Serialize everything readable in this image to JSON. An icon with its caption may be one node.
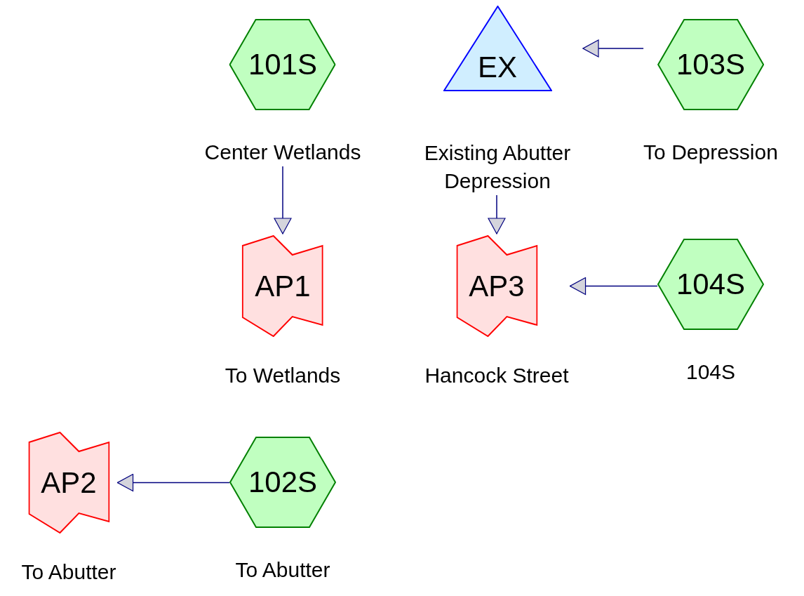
{
  "diagram": {
    "nodes": [
      {
        "text": [
          "101S"
        ],
        "beside": [
          "Center Wetlands"
        ]
      },
      {
        "text": [
          "EX"
        ],
        "beside": [
          "Existing Abutter Depression"
        ]
      },
      {
        "text": [
          "103S"
        ],
        "beside": [
          "To Depression"
        ]
      },
      {
        "text": [
          "AP1"
        ],
        "beside": [
          "To Wetlands"
        ]
      },
      {
        "text": [
          "AP3"
        ],
        "beside": [
          "Hancock Street"
        ]
      },
      {
        "text": [
          "104S"
        ],
        "beside": [
          "104S"
        ]
      },
      {
        "text": [
          "AP2"
        ],
        "beside": [
          "To Abutter"
        ]
      },
      {
        "text": [
          "102S"
        ],
        "beside": [
          "To Abutter"
        ]
      }
    ],
    "edges": [
      {
        "from": 0,
        "to": 3,
        "arrow": "to"
      },
      {
        "from": 2,
        "to": 1,
        "arrow": "to"
      },
      {
        "from": 1,
        "to": 4,
        "arrow": "to"
      },
      {
        "from": 5,
        "to": 4,
        "arrow": "to"
      },
      {
        "from": 7,
        "to": 6,
        "arrow": "to"
      }
    ]
  }
}
